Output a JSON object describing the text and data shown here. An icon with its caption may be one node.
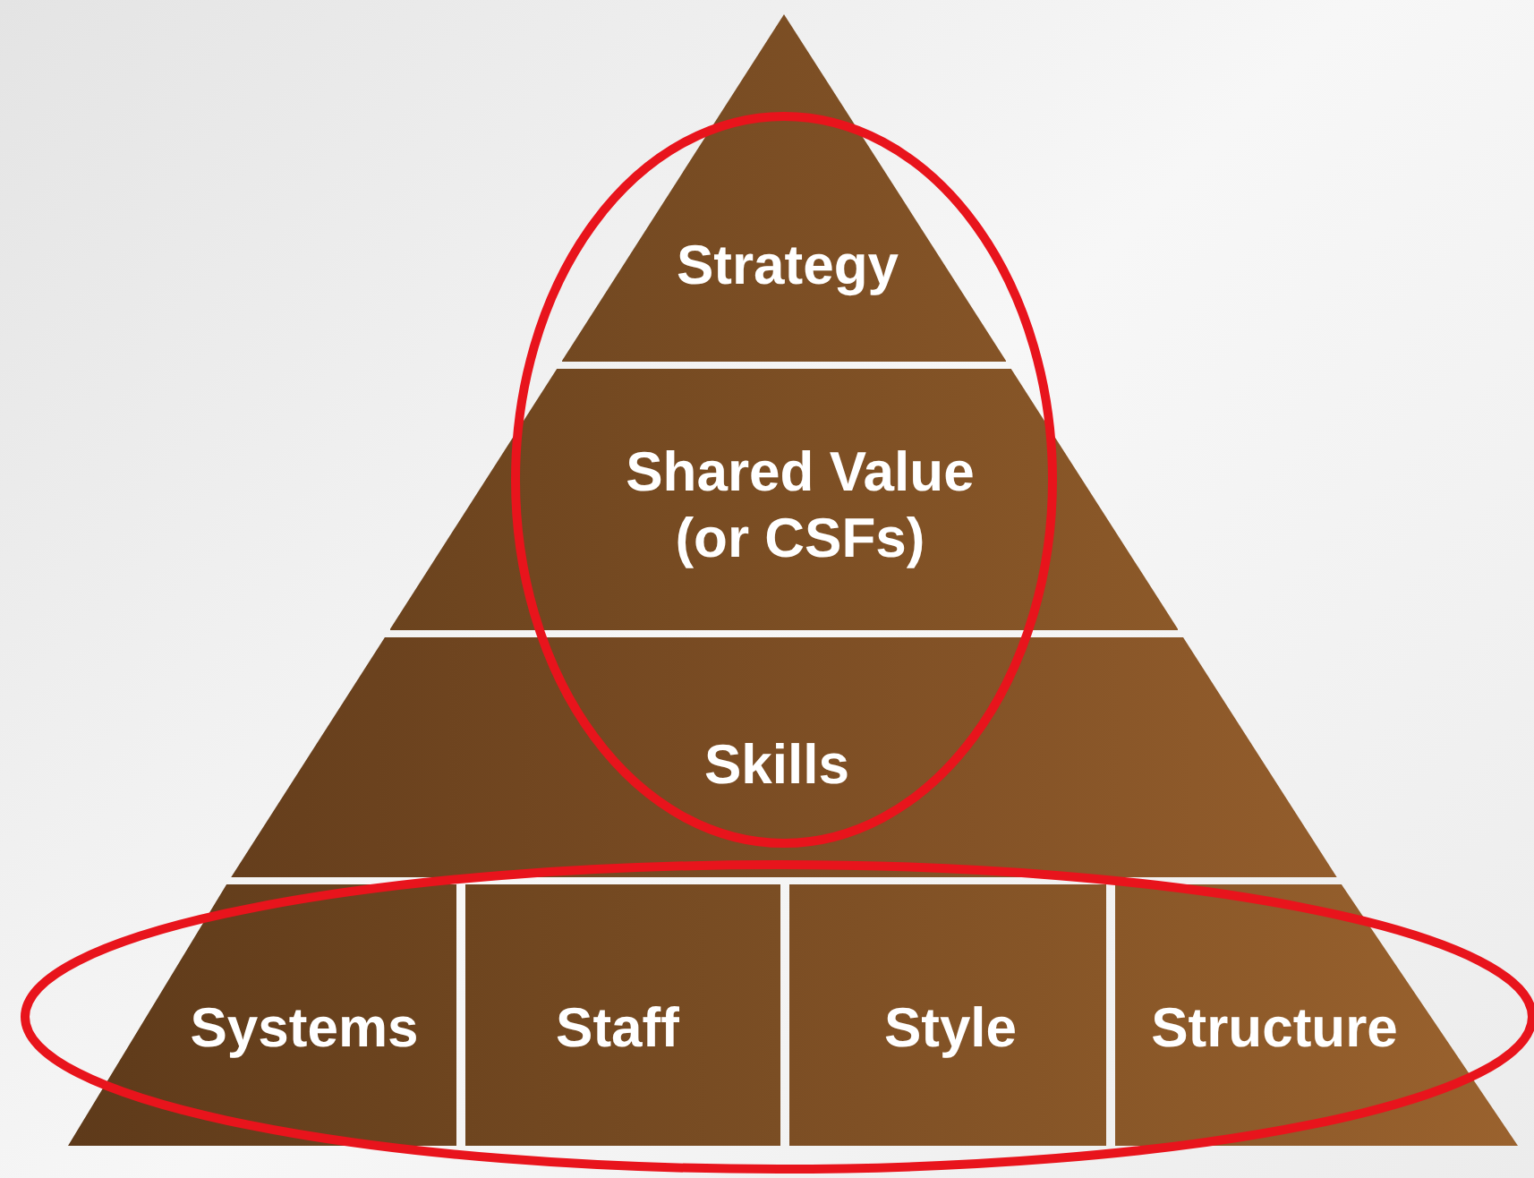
{
  "diagram": {
    "nodes": [
      {
        "text": [
          "Strategy"
        ]
      },
      {
        "text": [
          "Shared Value (or CSFs)"
        ]
      },
      {
        "text": [
          "Skills"
        ]
      },
      {
        "text": [
          "Systems"
        ]
      },
      {
        "text": [
          "Staff"
        ]
      },
      {
        "text": [
          "Style"
        ]
      },
      {
        "text": [
          "Structure"
        ]
      }
    ]
  }
}
